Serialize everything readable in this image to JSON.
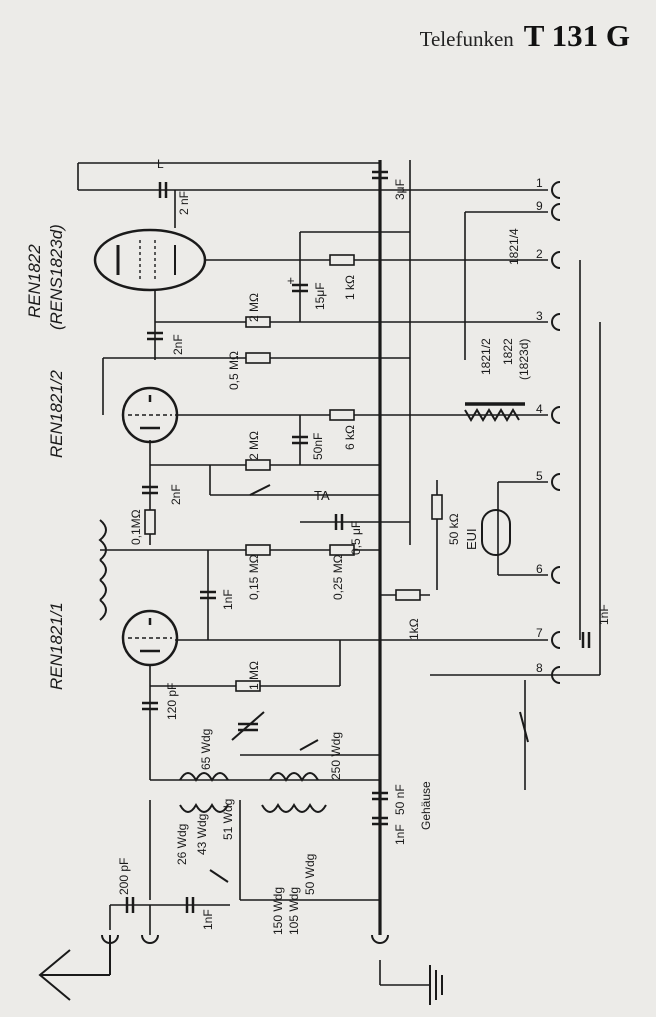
{
  "header": {
    "brand": "Telefunken",
    "model": "T 131 G"
  },
  "tubes": [
    {
      "name": "REN1822",
      "alt": "(RENS1823d)"
    },
    {
      "name": "REN1821/2"
    },
    {
      "name": "REN1821/1"
    }
  ],
  "components": {
    "c_L": "L",
    "c_2nF_top": "2 nF",
    "c_3uF": "3μF",
    "c_15uF": "15μF",
    "plus": "+",
    "r_1k": "1 kΩ",
    "r_2M_top": "2 MΩ",
    "c_2nF_mid": "2nF",
    "r_05M": "0,5 MΩ",
    "c_50nF": "50nF",
    "r_6k": "6 kΩ",
    "r_2M_mid": "2 MΩ",
    "c_2nF_low": "2nF",
    "ta": "TA",
    "r_01M": "0,1MΩ",
    "c_05uF": "0,5 μF",
    "r_015M": "0,15 MΩ",
    "r_025M": "0,25 MΩ",
    "c_1nF_a": "1nF",
    "r_50k": "50 kΩ",
    "eui": "EUI",
    "pot_1k": "1kΩ",
    "r_1M": "1 MΩ",
    "c_120pF": "120 pF",
    "w_65": "65 Wdg",
    "w_250": "250 Wdg",
    "c_50nF_b": "50 nF",
    "c_1nF_b": "1nF",
    "gehause": "Gehäuse",
    "w_26": "26 Wdg",
    "w_43": "43 Wdg",
    "w_51": "51 Wdg",
    "w_150": "150 Wdg",
    "w_105": "105 Wdg",
    "w_50": "50 Wdg",
    "c_200pF": "200 pF",
    "c_1nF_c": "1nF",
    "c_1nF_d": "1nF",
    "t_1821_4": "1821/4",
    "t_1821_2": "1821/2",
    "t_1822": "1822",
    "t_1823d": "(1823d)"
  },
  "terminals": [
    "1",
    "9",
    "2",
    "3",
    "4",
    "5",
    "6",
    "7",
    "8"
  ]
}
